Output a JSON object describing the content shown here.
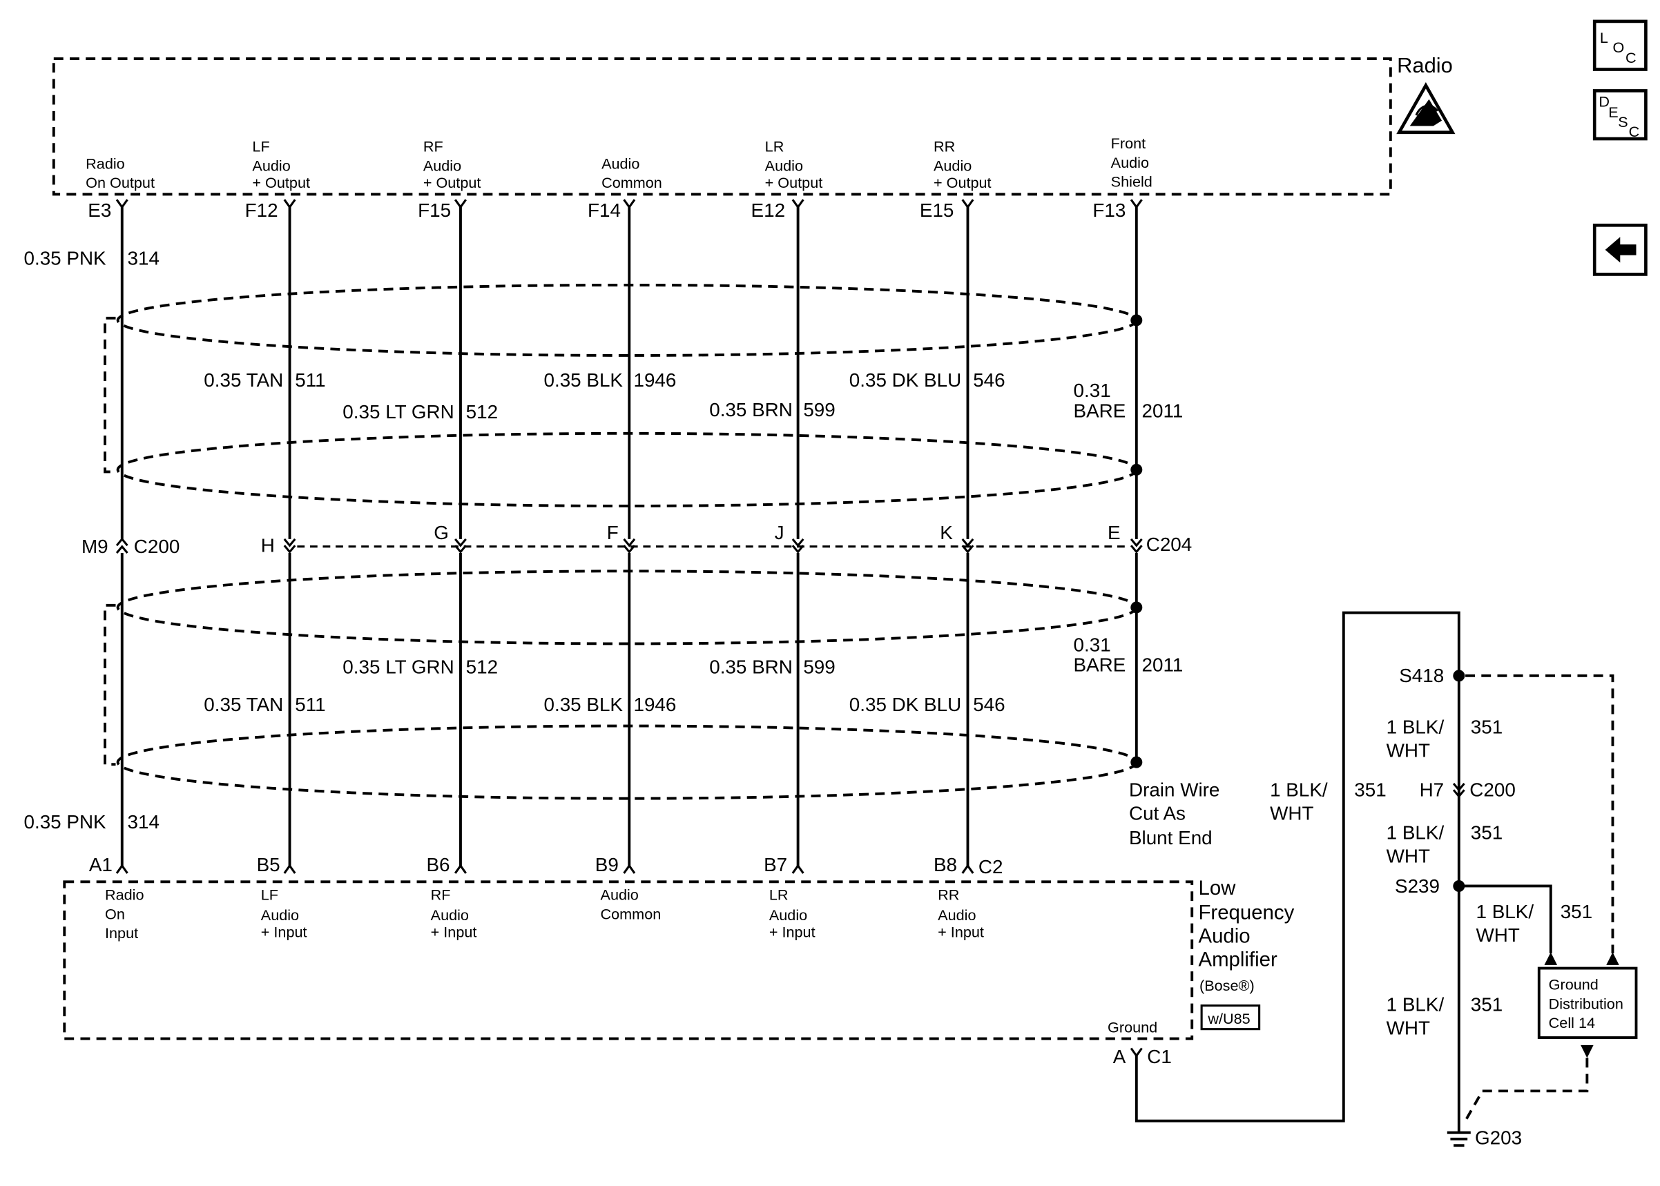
{
  "nav": {
    "loc_letters": [
      "L",
      "O",
      "C"
    ],
    "desc_letters": [
      "D",
      "E",
      "S",
      "C"
    ]
  },
  "radio": {
    "title": "Radio",
    "pins": [
      {
        "id": "E3",
        "label": [
          "Radio",
          "On Output"
        ]
      },
      {
        "id": "F12",
        "label": [
          "LF",
          "Audio",
          "+ Output"
        ]
      },
      {
        "id": "F15",
        "label": [
          "RF",
          "Audio",
          "+ Output"
        ]
      },
      {
        "id": "F14",
        "label": [
          "Audio",
          "Common"
        ]
      },
      {
        "id": "E12",
        "label": [
          "LR",
          "Audio",
          "+ Output"
        ]
      },
      {
        "id": "E15",
        "label": [
          "RR",
          "Audio",
          "+ Output"
        ]
      },
      {
        "id": "F13",
        "label": [
          "Front",
          "Audio",
          "Shield"
        ]
      }
    ]
  },
  "wires_top": {
    "pnk": {
      "spec": "0.35 PNK",
      "circuit": "314"
    },
    "tan": {
      "spec": "0.35 TAN",
      "circuit": "511"
    },
    "lt_grn": {
      "spec": "0.35 LT GRN",
      "circuit": "512"
    },
    "blk": {
      "spec": "0.35 BLK",
      "circuit": "1946"
    },
    "brn": {
      "spec": "0.35 BRN",
      "circuit": "599"
    },
    "dk_blu": {
      "spec": "0.35 DK BLU",
      "circuit": "546"
    },
    "bare": {
      "spec": [
        "0.31",
        "BARE"
      ],
      "circuit": "2011"
    }
  },
  "inline_connectors": {
    "c200": {
      "pin": "M9",
      "name": "C200"
    },
    "c204": {
      "pins": [
        "H",
        "G",
        "F",
        "J",
        "K",
        "E"
      ],
      "name": "C204"
    }
  },
  "wires_bottom": {
    "pnk": {
      "spec": "0.35 PNK",
      "circuit": "314"
    },
    "tan": {
      "spec": "0.35 TAN",
      "circuit": "511"
    },
    "lt_grn": {
      "spec": "0.35 LT GRN",
      "circuit": "512"
    },
    "blk": {
      "spec": "0.35 BLK",
      "circuit": "1946"
    },
    "brn": {
      "spec": "0.35 BRN",
      "circuit": "599"
    },
    "dk_blu": {
      "spec": "0.35 DK BLU",
      "circuit": "546"
    },
    "bare": {
      "spec": [
        "0.31",
        "BARE"
      ],
      "circuit": "2011"
    }
  },
  "drain_note": [
    "Drain Wire",
    "Cut As",
    "Blunt End"
  ],
  "amplifier": {
    "title": [
      "Low",
      "Frequency",
      "Audio",
      "Amplifier"
    ],
    "brand": "(Bose®)",
    "option": "w/U85",
    "connector": "C2",
    "pins": [
      {
        "id": "A1",
        "label": [
          "Radio",
          "On",
          "Input"
        ]
      },
      {
        "id": "B5",
        "label": [
          "LF",
          "Audio",
          "+ Input"
        ]
      },
      {
        "id": "B6",
        "label": [
          "RF",
          "Audio",
          "+ Input"
        ]
      },
      {
        "id": "B9",
        "label": [
          "Audio",
          "Common"
        ]
      },
      {
        "id": "B7",
        "label": [
          "LR",
          "Audio",
          "+ Input"
        ]
      },
      {
        "id": "B8",
        "label": [
          "RR",
          "Audio",
          "+ Input"
        ]
      }
    ],
    "ground_label": "Ground",
    "ground_pin": "A",
    "ground_connector": "C1"
  },
  "ground_circuit": {
    "amp_ground_wire": {
      "spec": [
        "1 BLK/",
        "WHT"
      ],
      "circuit": "351"
    },
    "s418": "S418",
    "s418_wire": {
      "spec": [
        "1 BLK/",
        "WHT"
      ],
      "circuit": "351"
    },
    "h7": "H7",
    "c200": "C200",
    "c200_wire": {
      "spec": [
        "1 BLK/",
        "WHT"
      ],
      "circuit": "351"
    },
    "s239": "S239",
    "s239_branch_wire": {
      "spec": [
        "1 BLK/",
        "WHT"
      ],
      "circuit": "351"
    },
    "ground_wire": {
      "spec": [
        "1 BLK/",
        "WHT"
      ],
      "circuit": "351"
    },
    "distribution": [
      "Ground",
      "Distribution",
      "Cell 14"
    ],
    "ground_point": "G203"
  }
}
